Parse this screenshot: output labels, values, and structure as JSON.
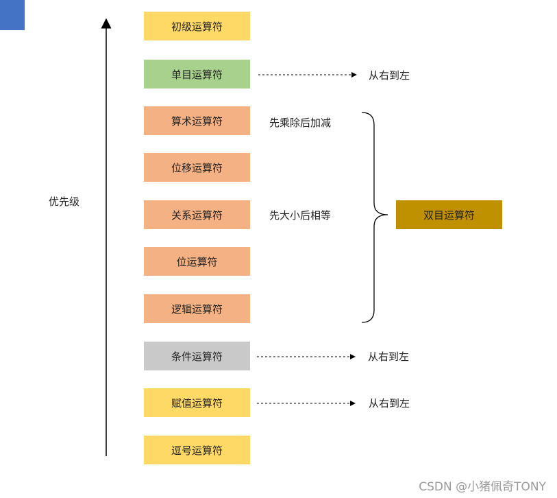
{
  "colors": {
    "corner": "#4472c4",
    "yellow": "#ffd966",
    "green": "#a9d18e",
    "orange": "#f4b183",
    "gray": "#c9c9c9",
    "gold": "#bf9000"
  },
  "axis_label": "优先级",
  "operators": [
    {
      "label": "初级运算符",
      "color": "yellow"
    },
    {
      "label": "单目运算符",
      "color": "green"
    },
    {
      "label": "算术运算符",
      "color": "orange"
    },
    {
      "label": "位移运算符",
      "color": "orange"
    },
    {
      "label": "关系运算符",
      "color": "orange"
    },
    {
      "label": "位运算符",
      "color": "orange"
    },
    {
      "label": "逻辑运算符",
      "color": "orange"
    },
    {
      "label": "条件运算符",
      "color": "gray"
    },
    {
      "label": "赋值运算符",
      "color": "yellow"
    },
    {
      "label": "逗号运算符",
      "color": "yellow"
    }
  ],
  "associativity_notes": {
    "unary": "从右到左",
    "conditional": "从右到左",
    "assignment": "从右到左"
  },
  "rules": {
    "arithmetic": "先乘除后加减",
    "relational": "先大小后相等"
  },
  "binary_group_label": "双目运算符",
  "watermark": "CSDN @小猪佩奇TONY"
}
